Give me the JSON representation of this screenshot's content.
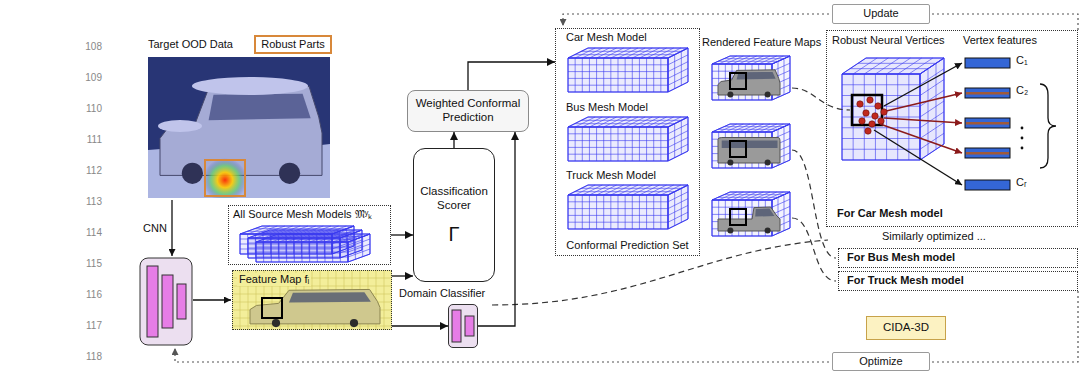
{
  "diagram": {
    "nodes": [
      {
        "text": [
          "Update"
        ]
      },
      {
        "text": [
          "Target OOD Data"
        ]
      },
      {
        "text": [
          "Robust Parts"
        ]
      },
      {
        "text": [
          "Weighted Conformal Prediction"
        ]
      },
      {
        "text": [
          "Conformal Prediction Set"
        ]
      },
      {
        "text": [
          "Robust Neural Vertices",
          "Vertex features",
          "For Car Mesh model"
        ]
      },
      {
        "text": [
          "All Source Mesh Models 𝔐ʸₖ"
        ]
      },
      {
        "text": [
          "Classification Scorer",
          "Γ"
        ]
      },
      {
        "text": [
          "For Bus Mesh model"
        ]
      },
      {
        "text": [
          "For Truck Mesh model"
        ]
      },
      {
        "text": [
          "Domain Classifier"
        ]
      },
      {
        "text": [
          "Feature Map fᵢ"
        ]
      },
      {
        "text": [
          "CIDA-3D"
        ]
      },
      {
        "text": [
          "Optimize"
        ]
      }
    ],
    "edges": [
      {
        "from": 6,
        "to": 7,
        "arrow": "to"
      },
      {
        "from": 11,
        "to": 7,
        "arrow": "to"
      },
      {
        "from": 11,
        "to": 10,
        "arrow": "to"
      },
      {
        "from": 7,
        "to": 3,
        "arrow": "to"
      },
      {
        "from": 10,
        "to": 3,
        "arrow": "to"
      },
      {
        "from": 3,
        "to": 4,
        "arrow": "to"
      }
    ],
    "labels": [
      "108",
      "109",
      "110",
      "111",
      "112",
      "113",
      "114",
      "115",
      "116",
      "117",
      "118",
      "CNN",
      "Car Mesh Model",
      "Bus Mesh Model",
      "Truck Mesh Model",
      "Rendered Feature Maps",
      "C₁",
      "C₂",
      "Cᵣ",
      "Similarly optimized ..."
    ]
  }
}
